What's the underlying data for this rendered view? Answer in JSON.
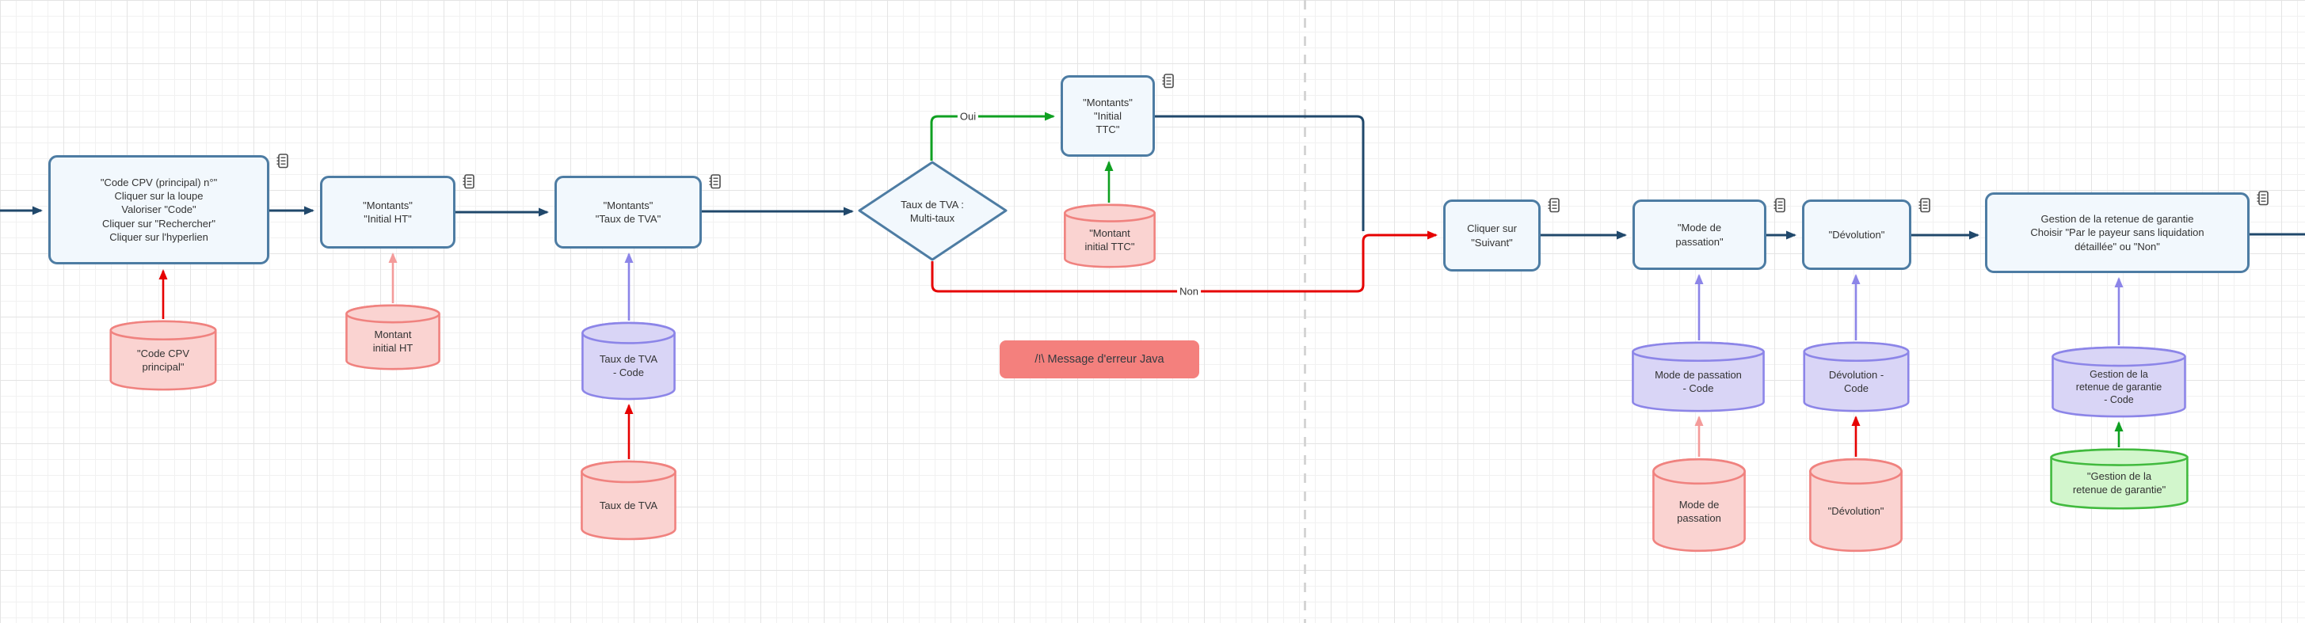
{
  "colors": {
    "process_fill": "#f2f8fd",
    "process_border": "#4d7ca3",
    "flow_arrow": "#20486b",
    "datastore_pink_fill": "#fad3d1",
    "datastore_pink_border": "#f0827f",
    "datastore_purple_fill": "#d9d5f6",
    "datastore_purple_border": "#8c85e8",
    "datastore_green_fill": "#d2f6cc",
    "datastore_green_border": "#41ba3e",
    "arrow_red": "#e60000",
    "arrow_salmon": "#f49b9a",
    "arrow_purple": "#8c85e8",
    "arrow_green": "#0fa021",
    "error_fill": "#f4807d"
  },
  "nodes": {
    "code_cpv": {
      "label": "\"Code CPV (principal) n°\"\nCliquer sur la loupe\nValoriser \"Code\"\nCliquer sur \"Rechercher\"\nCliquer sur l'hyperlien"
    },
    "montants_initial_ht": {
      "label": "\"Montants\"\n\"Initial HT\""
    },
    "montants_taux_tva": {
      "label": "\"Montants\"\n\"Taux de TVA\""
    },
    "taux_tva_multitaux": {
      "label": "Taux de TVA :\nMulti-taux"
    },
    "montants_initial_ttc": {
      "label": "\"Montants\"\n\"Initial\nTTC\""
    },
    "cliquer_suivant": {
      "label": "Cliquer sur\n\"Suivant\""
    },
    "mode_de_passation": {
      "label": "\"Mode de\npassation\""
    },
    "devolution": {
      "label": "\"Dévolution\""
    },
    "gestion_retenue_garantie": {
      "label": "Gestion de la retenue de garantie\nChoisir \"Par le payeur sans liquidation\ndétaillée\" ou \"Non\""
    }
  },
  "datastores": {
    "code_cpv_principal": {
      "label": "\"Code CPV\nprincipal\""
    },
    "montant_initial_ht": {
      "label": "Montant\ninitial HT"
    },
    "taux_tva_code": {
      "label": "Taux de TVA\n- Code"
    },
    "taux_tva": {
      "label": "Taux de TVA"
    },
    "montant_initial_ttc": {
      "label": "\"Montant\ninitial TTC\""
    },
    "mode_passation_code": {
      "label": "Mode de passation\n- Code"
    },
    "mode_passation": {
      "label": "Mode de\npassation"
    },
    "devolution_code": {
      "label": "Dévolution -\nCode"
    },
    "devolution": {
      "label": "\"Dévolution\""
    },
    "gestion_retenue_code": {
      "label": "Gestion de la\nretenue de garantie\n- Code"
    },
    "gestion_retenue": {
      "label": "\"Gestion de la\nretenue de garantie\""
    }
  },
  "edge_labels": {
    "oui": "Oui",
    "non": "Non"
  },
  "error_banner": {
    "label": "/!\\ Message d'erreur Java"
  }
}
